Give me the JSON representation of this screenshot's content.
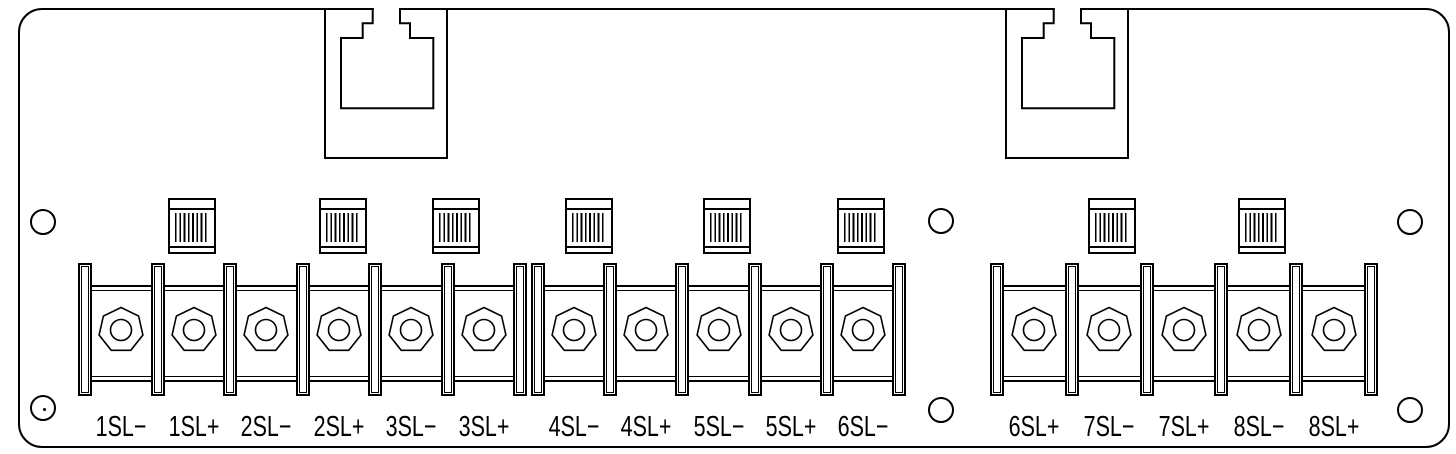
{
  "diagram": {
    "colors": {
      "line": "#000000",
      "background": "#ffffff"
    },
    "components": {
      "rj45_ports": [
        "rj45-port-left",
        "rj45-port-right"
      ],
      "vent_slot_count": 8,
      "mounting_hole_count": 6,
      "terminal_strip_count": 3
    },
    "strips": [
      {
        "terminals": [
          "1SL−",
          "1SL+",
          "2SL−",
          "2SL+",
          "3SL−",
          "3SL+"
        ]
      },
      {
        "terminals": [
          "4SL−",
          "4SL+",
          "5SL−",
          "5SL+",
          "6SL−"
        ]
      },
      {
        "terminals": [
          "6SL+",
          "7SL−",
          "7SL+",
          "8SL−",
          "8SL+"
        ]
      }
    ]
  }
}
